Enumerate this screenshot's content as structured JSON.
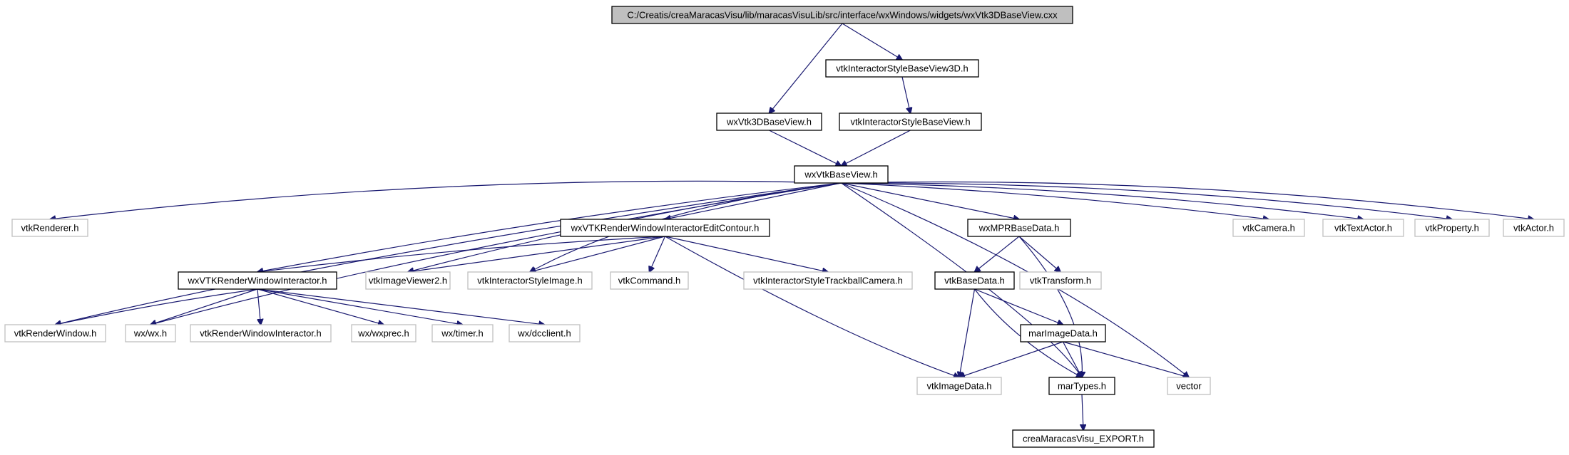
{
  "colors": {
    "edge": "#191970",
    "root_fill": "#bfbfbf",
    "node_fill": "#ffffff",
    "documented_border": "#000000",
    "undocumented_border": "#bfbfbf"
  },
  "nodes": {
    "root": {
      "label": "C:/Creatis/creaMaracasVisu/lib/maracasVisuLib/src/interface/wxWindows/widgets/wxVtk3DBaseView.cxx",
      "kind": "root"
    },
    "isbv3d": {
      "label": "vtkInteractorStyleBaseView3D.h",
      "kind": "documented"
    },
    "wx3dbv": {
      "label": "wxVtk3DBaseView.h",
      "kind": "documented"
    },
    "isbv": {
      "label": "vtkInteractorStyleBaseView.h",
      "kind": "documented"
    },
    "wxvbv": {
      "label": "wxVtkBaseView.h",
      "kind": "documented"
    },
    "vtkrenderer": {
      "label": "vtkRenderer.h",
      "kind": "external"
    },
    "editcontour": {
      "label": "wxVTKRenderWindowInteractorEditContour.h",
      "kind": "documented"
    },
    "mprbase": {
      "label": "wxMPRBaseData.h",
      "kind": "documented"
    },
    "vtkcamera": {
      "label": "vtkCamera.h",
      "kind": "external"
    },
    "vtktextactor": {
      "label": "vtkTextActor.h",
      "kind": "external"
    },
    "vtkproperty": {
      "label": "vtkProperty.h",
      "kind": "external"
    },
    "vtkactor": {
      "label": "vtkActor.h",
      "kind": "external"
    },
    "rwi": {
      "label": "wxVTKRenderWindowInteractor.h",
      "kind": "documented"
    },
    "imgviewer2": {
      "label": "vtkImageViewer2.h",
      "kind": "external"
    },
    "isimage": {
      "label": "vtkInteractorStyleImage.h",
      "kind": "external"
    },
    "vtkcommand": {
      "label": "vtkCommand.h",
      "kind": "external"
    },
    "istrackball": {
      "label": "vtkInteractorStyleTrackballCamera.h",
      "kind": "external"
    },
    "vtkbasedata": {
      "label": "vtkBaseData.h",
      "kind": "documented"
    },
    "vtktransform": {
      "label": "vtkTransform.h",
      "kind": "external"
    },
    "renderwindow": {
      "label": "vtkRenderWindow.h",
      "kind": "external"
    },
    "wxwx": {
      "label": "wx/wx.h",
      "kind": "external"
    },
    "vtkrwi": {
      "label": "vtkRenderWindowInteractor.h",
      "kind": "external"
    },
    "wxprec": {
      "label": "wx/wxprec.h",
      "kind": "external"
    },
    "wxtimer": {
      "label": "wx/timer.h",
      "kind": "external"
    },
    "dcclient": {
      "label": "wx/dcclient.h",
      "kind": "external"
    },
    "marimage": {
      "label": "marImageData.h",
      "kind": "documented"
    },
    "vtkimagedata": {
      "label": "vtkImageData.h",
      "kind": "external"
    },
    "martypes": {
      "label": "marTypes.h",
      "kind": "documented"
    },
    "vector": {
      "label": "vector",
      "kind": "external"
    },
    "export": {
      "label": "creaMaracasVisu_EXPORT.h",
      "kind": "documented"
    }
  },
  "edges": [
    [
      "root",
      "wx3dbv"
    ],
    [
      "root",
      "isbv3d"
    ],
    [
      "isbv3d",
      "isbv"
    ],
    [
      "wx3dbv",
      "wxvbv"
    ],
    [
      "isbv",
      "wxvbv"
    ],
    [
      "wxvbv",
      "vtkrenderer"
    ],
    [
      "wxvbv",
      "renderwindow"
    ],
    [
      "wxvbv",
      "wxwx"
    ],
    [
      "wxvbv",
      "rwi"
    ],
    [
      "wxvbv",
      "imgviewer2"
    ],
    [
      "wxvbv",
      "isimage"
    ],
    [
      "wxvbv",
      "editcontour"
    ],
    [
      "wxvbv",
      "mprbase"
    ],
    [
      "wxvbv",
      "martypes"
    ],
    [
      "wxvbv",
      "vector"
    ],
    [
      "wxvbv",
      "vtkcamera"
    ],
    [
      "wxvbv",
      "vtktextactor"
    ],
    [
      "wxvbv",
      "vtkproperty"
    ],
    [
      "wxvbv",
      "vtkactor"
    ],
    [
      "editcontour",
      "rwi"
    ],
    [
      "editcontour",
      "imgviewer2"
    ],
    [
      "editcontour",
      "isimage"
    ],
    [
      "editcontour",
      "vtkcommand"
    ],
    [
      "editcontour",
      "istrackball"
    ],
    [
      "editcontour",
      "vtkimagedata"
    ],
    [
      "rwi",
      "renderwindow"
    ],
    [
      "rwi",
      "wxwx"
    ],
    [
      "rwi",
      "vtkrwi"
    ],
    [
      "rwi",
      "wxprec"
    ],
    [
      "rwi",
      "wxtimer"
    ],
    [
      "rwi",
      "dcclient"
    ],
    [
      "mprbase",
      "vtkbasedata"
    ],
    [
      "mprbase",
      "vtktransform"
    ],
    [
      "mprbase",
      "martypes"
    ],
    [
      "vtkbasedata",
      "vtkimagedata"
    ],
    [
      "vtkbasedata",
      "marimage"
    ],
    [
      "vtkbasedata",
      "martypes"
    ],
    [
      "marimage",
      "vtkimagedata"
    ],
    [
      "marimage",
      "martypes"
    ],
    [
      "marimage",
      "vector"
    ],
    [
      "martypes",
      "export"
    ]
  ]
}
